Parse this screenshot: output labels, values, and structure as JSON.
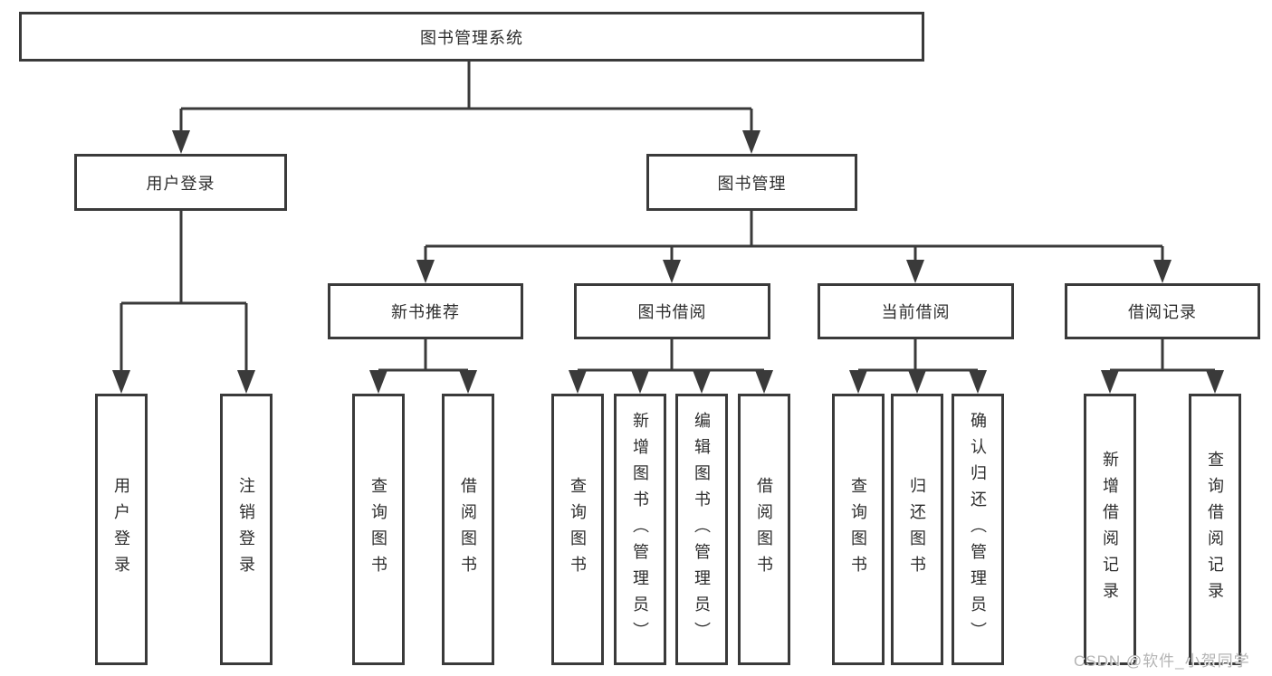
{
  "tree": {
    "root": {
      "label": "图书管理系统"
    },
    "branches": [
      {
        "label": "用户登录",
        "children": [
          {
            "label": "用户登录"
          },
          {
            "label": "注销登录"
          }
        ]
      },
      {
        "label": "图书管理",
        "children": [
          {
            "label": "新书推荐",
            "children": [
              {
                "label": "查询图书"
              },
              {
                "label": "借阅图书"
              }
            ]
          },
          {
            "label": "图书借阅",
            "children": [
              {
                "label": "查询图书"
              },
              {
                "label": "新增图书（管理员）"
              },
              {
                "label": "编辑图书（管理员）"
              },
              {
                "label": "借阅图书"
              }
            ]
          },
          {
            "label": "当前借阅",
            "children": [
              {
                "label": "查询图书"
              },
              {
                "label": "归还图书"
              },
              {
                "label": "确认归还（管理员）"
              }
            ]
          },
          {
            "label": "借阅记录",
            "children": [
              {
                "label": "新增借阅记录"
              },
              {
                "label": "查询借阅记录"
              }
            ]
          }
        ]
      }
    ]
  },
  "watermark": "CSDN @软件_小贺同学",
  "colors": {
    "line": "#3a3a3a",
    "box_border": "#3a3a3a",
    "box_fill": "#ffffff",
    "text": "#2d2d2d",
    "watermark": "#b4b4b4",
    "background": "#ffffff"
  }
}
